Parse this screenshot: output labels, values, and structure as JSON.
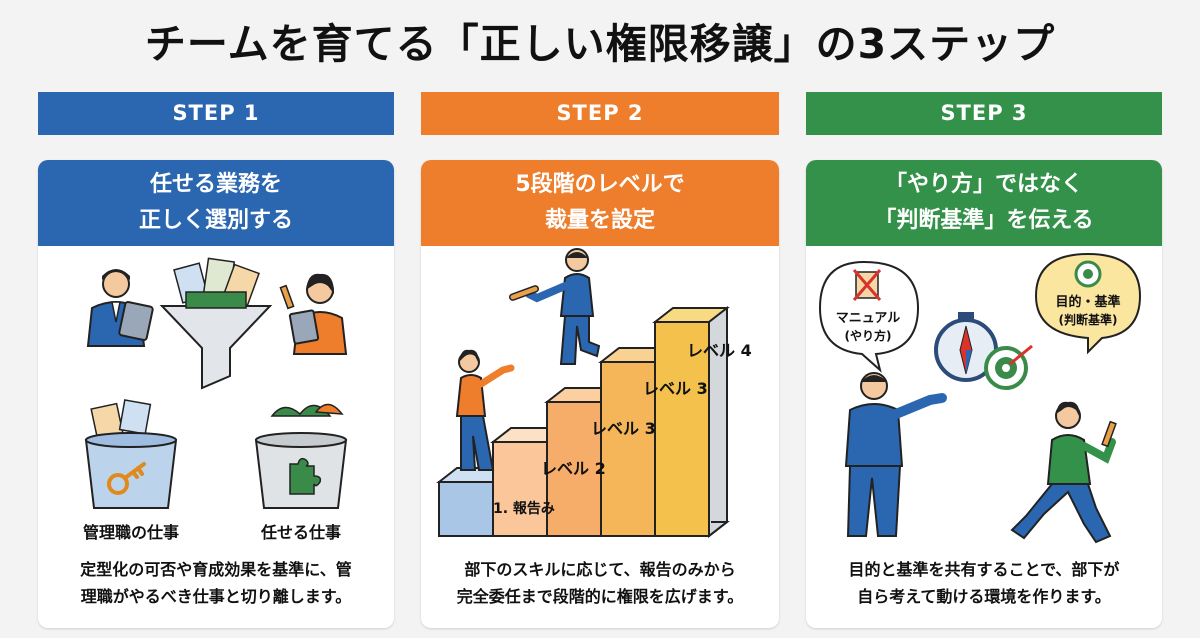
{
  "title": "チームを育てる「正しい権限移譲」の3ステップ",
  "colors": {
    "blue": "#2b66b0",
    "orange": "#ee7d2c",
    "green": "#34914a"
  },
  "steps": [
    {
      "label": "STEP 1",
      "heading": [
        "任せる業務を",
        "正しく選別する"
      ],
      "bucket_left": "管理職の仕事",
      "bucket_right": "任せる仕事",
      "description": [
        "定型化の可否や育成効果を基準に、管",
        "理職がやるべき仕事と切り離します。"
      ]
    },
    {
      "label": "STEP 2",
      "heading": [
        "5段階のレベルで",
        "裁量を設定"
      ],
      "levels": [
        "1. 報告み",
        "レベル 2",
        "レベル 3",
        "レベル 3",
        "レベル 4"
      ],
      "description": [
        "部下のスキルに応じて、報告のみから",
        "完全委任まで段階的に権限を広げます。"
      ]
    },
    {
      "label": "STEP 3",
      "heading": [
        "「やり方」ではなく",
        "「判断基準」を伝える"
      ],
      "bubble_left": [
        "マニュアル",
        "(やり方)"
      ],
      "bubble_right": [
        "目的・基準",
        "(判断基準)"
      ],
      "description": [
        "目的と基準を共有することで、部下が",
        "自ら考えて動ける環境を作ります。"
      ]
    }
  ]
}
